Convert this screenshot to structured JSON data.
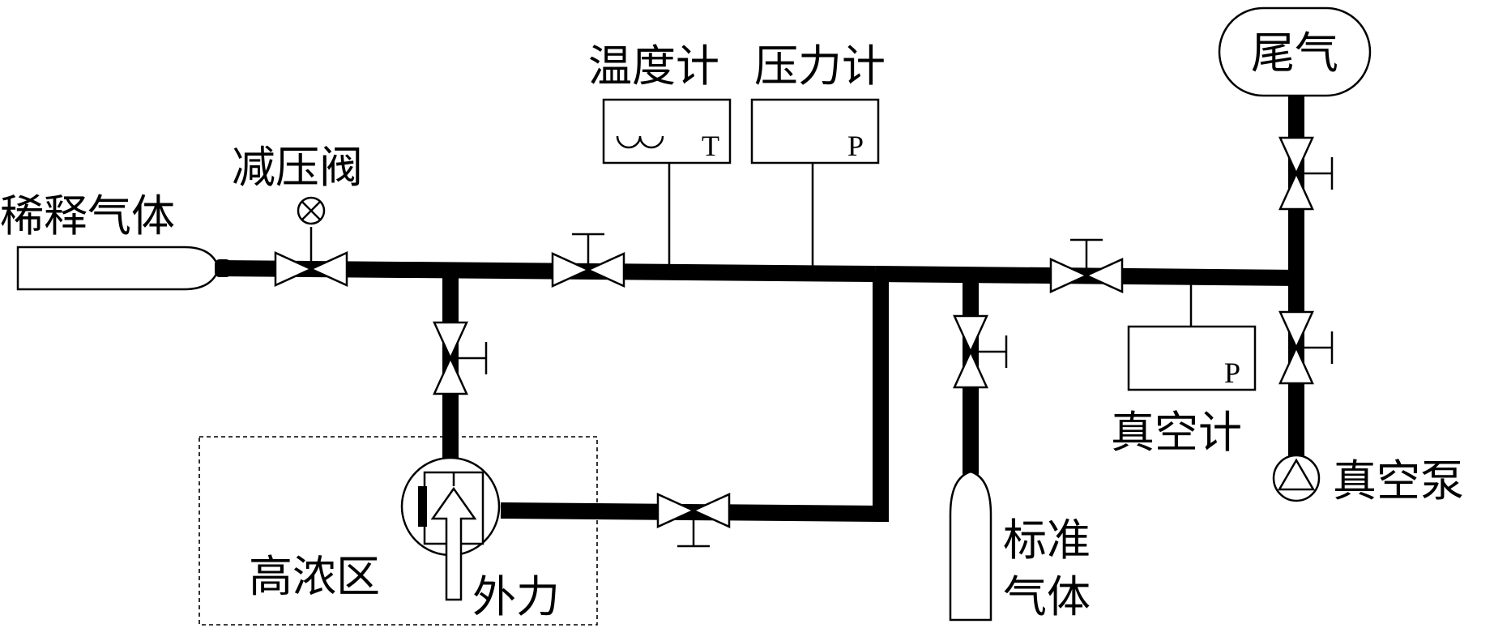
{
  "labels": {
    "dilution_gas": "稀释气体",
    "pressure_reducer": "减压阀",
    "thermometer": "温度计",
    "pressure_gauge": "压力计",
    "exhaust": "尾气",
    "vacuum_gauge": "真空计",
    "vacuum_pump": "真空泵",
    "standard_gas_line1": "标准",
    "standard_gas_line2": "气体",
    "high_concentration_zone": "高浓区",
    "external_force": "外力"
  },
  "symbols": {
    "thermometer_letter": "T",
    "pressure_letter": "P",
    "vacuum_letter": "P"
  }
}
